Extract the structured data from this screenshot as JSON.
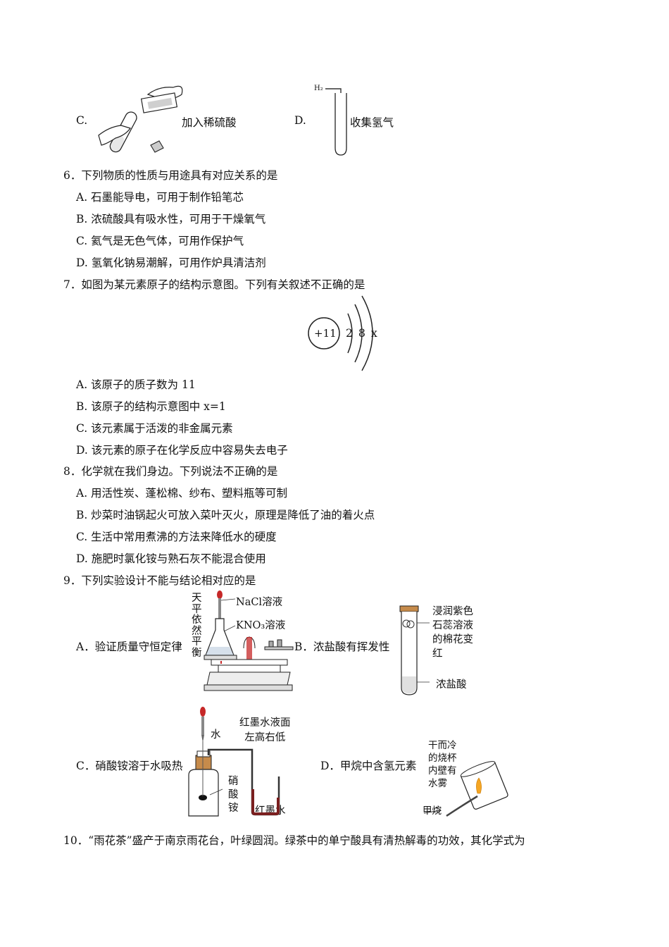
{
  "q5": {
    "optC": {
      "letter": "C.",
      "caption": "加入稀硫酸"
    },
    "optD": {
      "letter": "D.",
      "caption": "收集氢气",
      "gas_label": "H₂"
    }
  },
  "q6": {
    "stem": "6．下列物质的性质与用途具有对应关系的是",
    "options": [
      "A. 石墨能导电，可用于制作铅笔芯",
      "B. 浓硫酸具有吸水性，可用于干燥氧气",
      "C. 氦气是无色气体，可用作保护气",
      "D. 氢氧化钠易潮解，可用作炉具清洁剂"
    ]
  },
  "q7": {
    "stem": "7．如图为某元素原子的结构示意图。下列有关叙述不正确的是",
    "diagram": {
      "nucleus": "+11",
      "shell1": "2",
      "shell2": "8",
      "shell3": "x"
    },
    "options": [
      "A. 该原子的质子数为 11",
      "B. 该原子的结构示意图中 x=1",
      "C. 该元素属于活泼的非金属元素",
      "D. 该元素的原子在化学反应中容易失去电子"
    ]
  },
  "q8": {
    "stem": "8．化学就在我们身边。下列说法不正确的是",
    "options": [
      "A. 用活性炭、蓬松棉、纱布、塑料瓶等可制",
      "B. 炒菜时油锅起火可放入菜叶灭火，原理是降低了油的着火点",
      "C. 生活中常用煮沸的方法来降低水的硬度",
      "D. 施肥时氯化铵与熟石灰不能混合使用"
    ]
  },
  "q9": {
    "stem": "9．下列实验设计不能与结论相对应的是",
    "A": {
      "caption": "A．验证质量守恒定律",
      "side_label": [
        "天",
        "平",
        "依",
        "然",
        "平",
        "衡"
      ],
      "label1": "NaCl溶液",
      "label2": "KNO₃溶液"
    },
    "B": {
      "caption": "B．浓盐酸有挥发性",
      "label_lines": [
        "浸润紫色",
        "石蕊溶液",
        "的棉花变",
        "红"
      ],
      "label_bottom": "浓盐酸"
    },
    "C": {
      "caption": "C．硝酸铵溶于水吸热",
      "label_water": "水",
      "label_top": [
        "红墨水液面",
        "左高右低"
      ],
      "label_salt": [
        "硝",
        "酸",
        "铵"
      ],
      "label_ink": "红墨水"
    },
    "D": {
      "caption": "D．甲烷中含氢元素",
      "label_lines": [
        "干而冷",
        "的烧杯",
        "内壁有",
        "水雾"
      ],
      "label_gas": "甲烷"
    }
  },
  "q10": {
    "stem": "10．“雨花茶”盛产于南京雨花台，叶绿圆润。绿茶中的单宁酸具有清热解毒的功效，其化学式为"
  }
}
